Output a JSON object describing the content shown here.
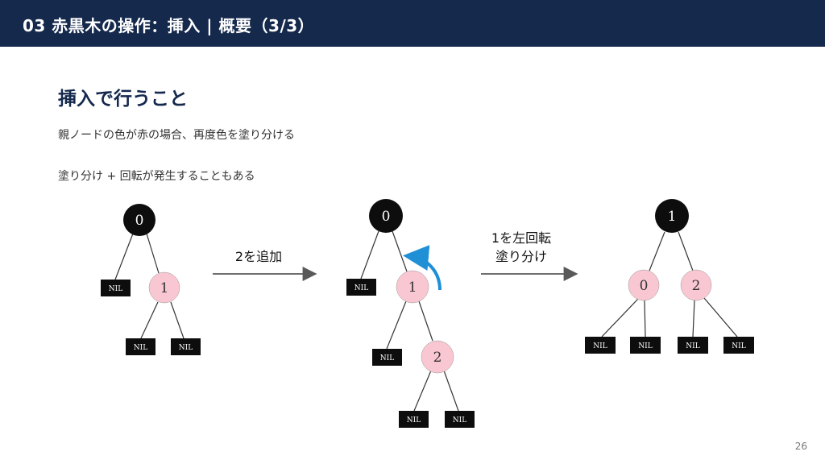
{
  "header": {
    "title": "03 赤黒木の操作：挿入 | 概要（3/3）"
  },
  "section": {
    "title": "挿入で行うこと",
    "line1": "親ノードの色が赤の場合、再度色を塗り分ける",
    "line2": "塗り分け + 回転が発生することもある"
  },
  "diagram": {
    "trees": [
      {
        "root": "0",
        "right": "1",
        "nil": "NIL"
      },
      {
        "root": "0",
        "middle": "1",
        "leaf": "2",
        "nil": "NIL"
      },
      {
        "root": "1",
        "left": "0",
        "right": "2",
        "nil": "NIL"
      }
    ],
    "steps": [
      {
        "label": "2を追加"
      },
      {
        "label_line1": "1を左回転",
        "label_line2": "塗り分け"
      }
    ],
    "colors": {
      "black_node": "#0d0d0d",
      "red_node": "#f9c7d2",
      "arrow": "#595959",
      "rotation_arrow": "#1f8fd6"
    }
  },
  "page": {
    "number": "26"
  }
}
